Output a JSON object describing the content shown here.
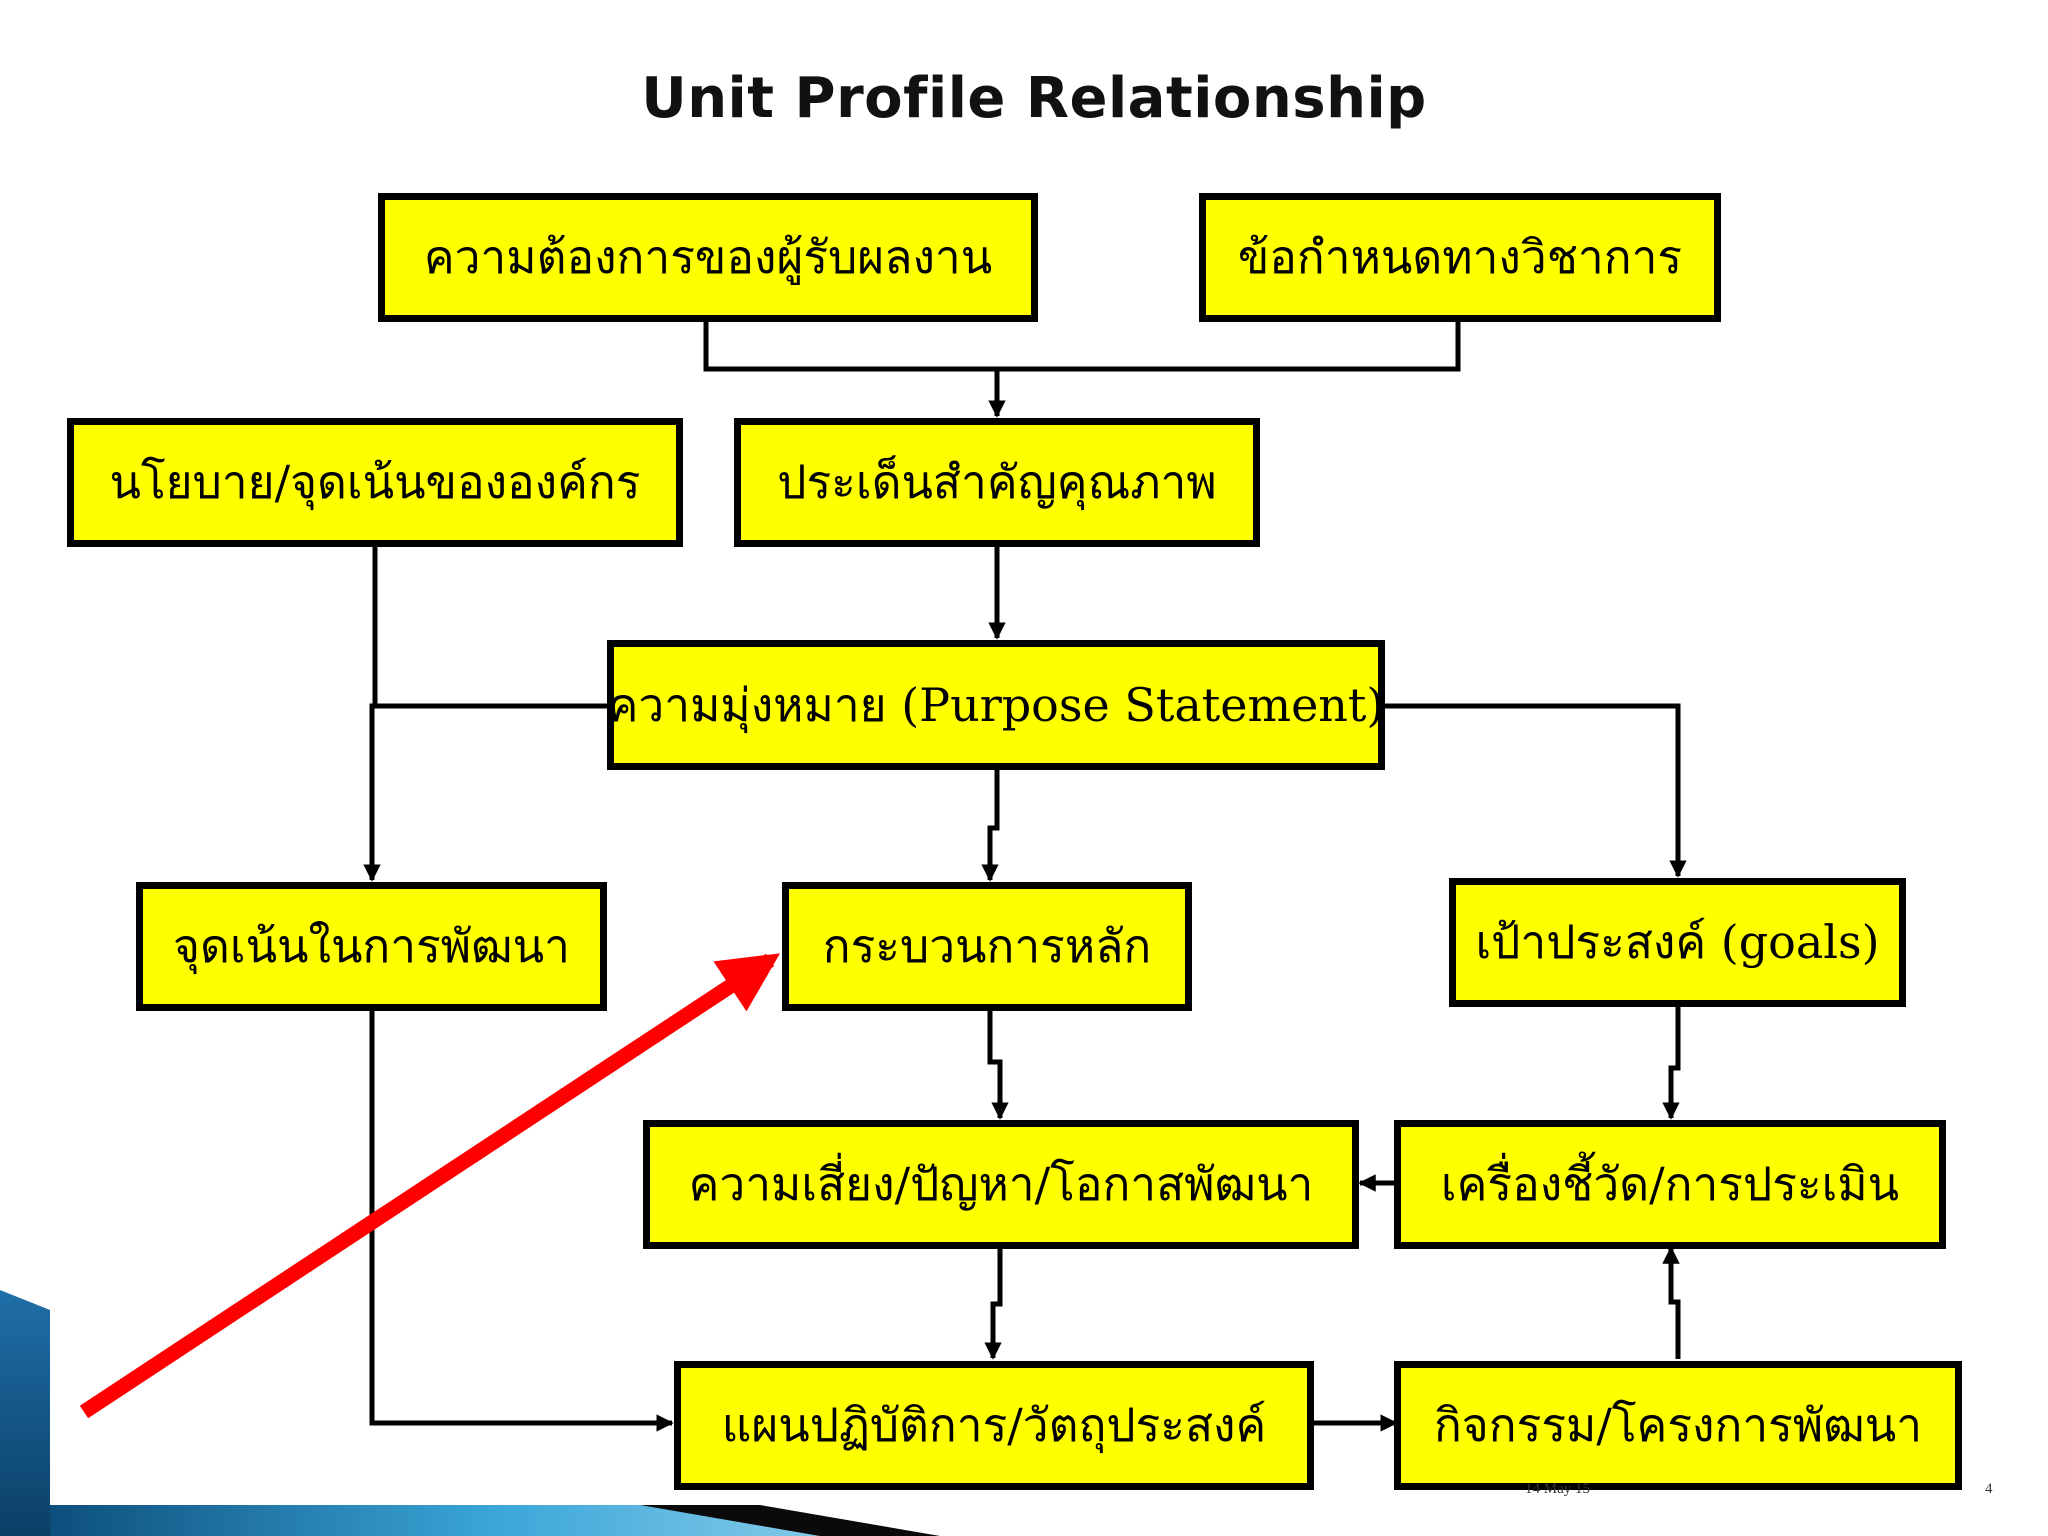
{
  "diagram": {
    "title": "Unit Profile Relationship",
    "nodes": {
      "customer_needs": "ความต้องการของผู้รับผลงาน",
      "professional_requirements": "ข้อกำหนดทางวิชาการ",
      "org_policy": "นโยบาย/จุดเน้นขององค์กร",
      "key_quality_issues": "ประเด็นสำคัญคุณภาพ",
      "purpose_statement": "ความมุ่งหมาย (Purpose Statement)",
      "development_focus": "จุดเน้นในการพัฒนา",
      "core_process": "กระบวนการหลัก",
      "goals": "เป้าประสงค์ (goals)",
      "risks_opportunities": "ความเสี่ยง/ปัญหา/โอกาสพัฒนา",
      "indicators_evaluation": "เครื่องชี้วัด/การประเมิน",
      "action_plan": "แผนปฏิบัติการ/วัตถุประสงค์",
      "improvement_activities": "กิจกรรม/โครงการพัฒนา"
    }
  },
  "footer": {
    "date": "14 May 15",
    "page_number": "4"
  },
  "colors": {
    "node_fill": "#ffff00",
    "node_border": "#000000",
    "pointer_arrow": "#ff0000",
    "slide_accent_blue": "#1f6fa8"
  }
}
